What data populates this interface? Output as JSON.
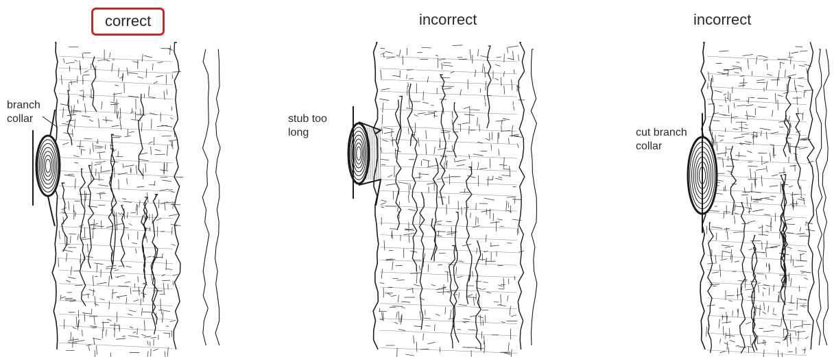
{
  "panels": [
    {
      "heading": "correct",
      "highlighted": true,
      "callout": "branch\ncollar"
    },
    {
      "heading": "incorrect",
      "highlighted": false,
      "callout": "stub too\nlong"
    },
    {
      "heading": "incorrect",
      "highlighted": false,
      "callout": "cut branch\ncollar"
    }
  ],
  "colors": {
    "highlight_border": "#e31b1b",
    "ink": "#1a1a1a"
  }
}
